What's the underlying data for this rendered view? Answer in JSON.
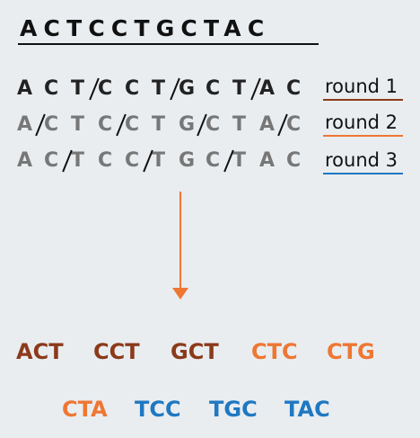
{
  "sequence": "ACTCCTGCTAC",
  "rounds": [
    {
      "label": "round 1",
      "letters": [
        "A",
        "C",
        "T",
        "C",
        "C",
        "T",
        "G",
        "C",
        "T",
        "A",
        "C"
      ],
      "breaks_after": [
        3,
        6,
        9
      ],
      "letter_color": "#222222",
      "underline_color": "#8b3a1a"
    },
    {
      "label": "round 2",
      "letters": [
        "A",
        "C",
        "T",
        "C",
        "C",
        "T",
        "G",
        "C",
        "T",
        "A",
        "C"
      ],
      "breaks_after": [
        1,
        4,
        7,
        10
      ],
      "letter_color": "#777777",
      "underline_color": "#ee7733"
    },
    {
      "label": "round 3",
      "letters": [
        "A",
        "C",
        "T",
        "C",
        "C",
        "T",
        "G",
        "C",
        "T",
        "A",
        "C"
      ],
      "breaks_after": [
        2,
        5,
        8
      ],
      "letter_color": "#777777",
      "underline_color": "#1f78c1"
    }
  ],
  "arrow_color": "#ee7733",
  "codons_row1": [
    {
      "text": "ACT",
      "color": "#8b3a1a"
    },
    {
      "text": "CCT",
      "color": "#8b3a1a"
    },
    {
      "text": "GCT",
      "color": "#8b3a1a"
    },
    {
      "text": "CTC",
      "color": "#ee7733"
    },
    {
      "text": "CTG",
      "color": "#ee7733"
    }
  ],
  "codons_row2": [
    {
      "text": "CTA",
      "color": "#ee7733"
    },
    {
      "text": "TCC",
      "color": "#1f78c1"
    },
    {
      "text": "TGC",
      "color": "#1f78c1"
    },
    {
      "text": "TAC",
      "color": "#1f78c1"
    }
  ]
}
